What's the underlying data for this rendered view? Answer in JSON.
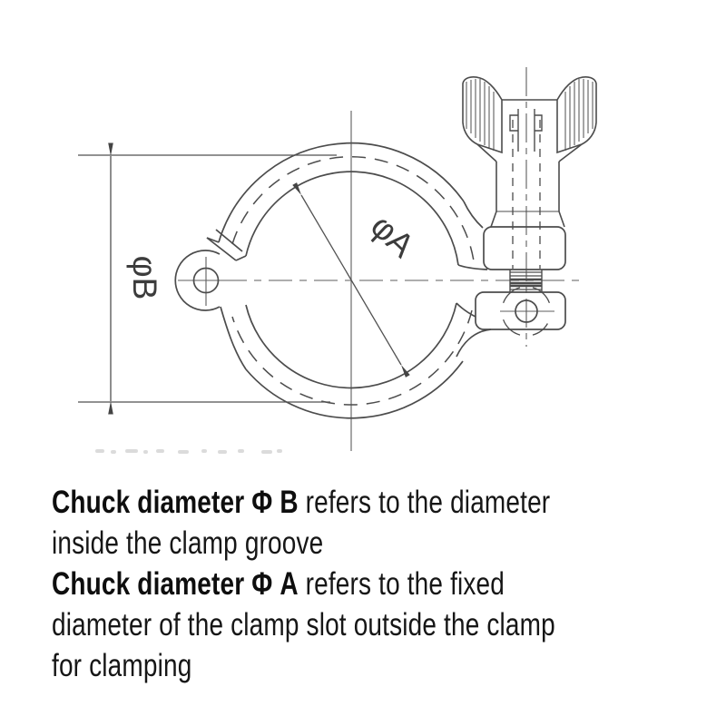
{
  "diagram": {
    "label_phi_a": "φA",
    "label_phi_b": "φB",
    "line_color": "#4c4c4c",
    "centerline_color": "#5e5e5e"
  },
  "caption": {
    "lines": [
      {
        "bold": "Chuck diameter Φ B",
        "rest": " refers to the diameter"
      },
      {
        "bold": "",
        "rest": "inside the clamp groove"
      },
      {
        "bold": "Chuck diameter Φ A",
        "rest": " refers to the fixed"
      },
      {
        "bold": "",
        "rest": "diameter of the clamp slot outside the clamp"
      },
      {
        "bold": "",
        "rest": "for clamping"
      }
    ]
  }
}
